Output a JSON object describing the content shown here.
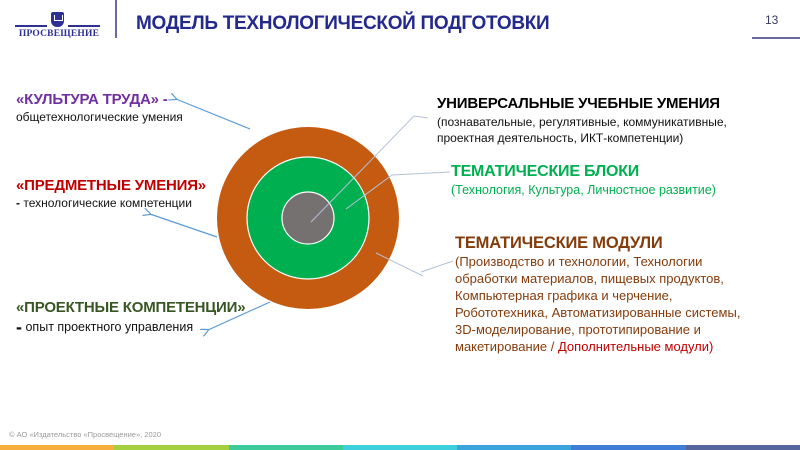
{
  "header": {
    "logo_text": "ПРОСВЕЩЕНИЕ",
    "title": "МОДЕЛЬ ТЕХНОЛОГИЧЕСКОЙ ПОДГОТОВКИ",
    "page_number": "13"
  },
  "left_labels": [
    {
      "heading": "«КУЛЬТУРА ТРУДА» -",
      "subtext": "общетехнологические умения",
      "color": "#7030a0"
    },
    {
      "heading": "«ПРЕДМЕТНЫЕ УМЕНИЯ»",
      "subtext_prefix": "-",
      "subtext": "технологические компетенции",
      "color": "#c00000"
    },
    {
      "heading": "«ПРОЕКТНЫЕ КОМПЕТЕНЦИИ»",
      "subtext_prefix": "-",
      "subtext": "опыт проектного управления",
      "color": "#375623"
    }
  ],
  "right_labels": [
    {
      "heading": "УНИВЕРСАЛЬНЫЕ УЧЕБНЫЕ УМЕНИЯ",
      "lines": [
        "(познавательные, регулятивные, коммуникативные,",
        "проектная деятельность, ИКТ-компетенции)"
      ],
      "color": "#000000"
    },
    {
      "heading": "ТЕМАТИЧЕСКИЕ БЛОКИ",
      "lines": [
        "(Технология, Культура, Личностное развитие)"
      ],
      "color": "#00b050"
    },
    {
      "heading": "ТЕМАТИЧЕСКИЕ МОДУЛИ",
      "lines": [
        "(Производство и технологии, Технологии",
        "обработки материалов, пищевых продуктов,",
        "Компьютерная графика и черчение,",
        "Робототехника, Автоматизированные системы,",
        "3D-моделирование, прототипирование и",
        "макетирование / "
      ],
      "extra": "Дополнительные модули",
      "closing": ")",
      "color": "#843c0c",
      "extra_color": "#c00000"
    }
  ],
  "diagram": {
    "rings": [
      {
        "name": "outer",
        "color": "#c55a11",
        "label": "ТЕМАТИЧЕСКИЕ МОДУЛИ"
      },
      {
        "name": "middle",
        "color": "#00b050",
        "label": "ТЕМАТИЧЕСКИЕ БЛОКИ"
      },
      {
        "name": "inner",
        "color": "#767171",
        "label": "УНИВЕРСАЛЬНЫЕ УЧЕБНЫЕ УМЕНИЯ"
      }
    ]
  },
  "footer": {
    "copyright": "© АО «Издательство «Просвещение», 2020",
    "bar_colors": [
      "#f6ad3c",
      "#a4cf3e",
      "#3dcc99",
      "#3ecfdc",
      "#3ba4dc",
      "#3e7cd6",
      "#55669c"
    ]
  }
}
